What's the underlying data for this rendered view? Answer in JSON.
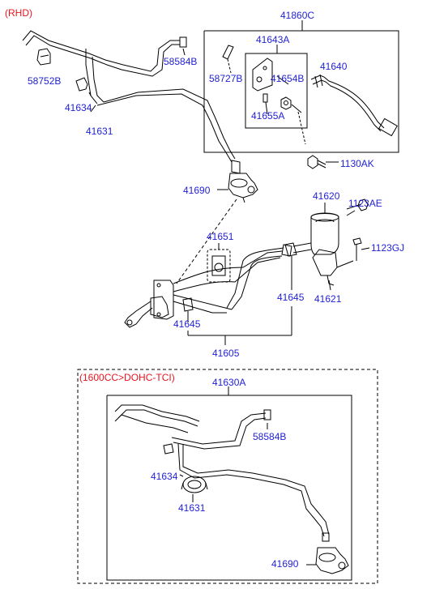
{
  "header": {
    "variant": "(RHD)"
  },
  "variant_box": {
    "title": "(1600CC>DOHC-TCI)"
  },
  "part_labels": {
    "p41860C": "41860C",
    "p41643A": "41643A",
    "p58584B_top": "58584B",
    "p58727B": "58727B",
    "p41654B": "41654B",
    "p41640": "41640",
    "p58752B": "58752B",
    "p41634_top": "41634",
    "p41655A": "41655A",
    "p41631_top": "41631",
    "p1130AK": "1130AK",
    "p41690_top": "41690",
    "p41620": "41620",
    "p1123AE": "1123AE",
    "p41651": "41651",
    "p1123GJ": "1123GJ",
    "p41645_right": "41645",
    "p41621": "41621",
    "p41645_left": "41645",
    "p41605": "41605",
    "p41630A": "41630A",
    "p58584B_bottom": "58584B",
    "p41634_bottom": "41634",
    "p41631_bottom": "41631",
    "p41690_bottom": "41690"
  },
  "colors": {
    "label": "#1f1fd6",
    "variant": "#e8141e",
    "line": "#000000"
  }
}
